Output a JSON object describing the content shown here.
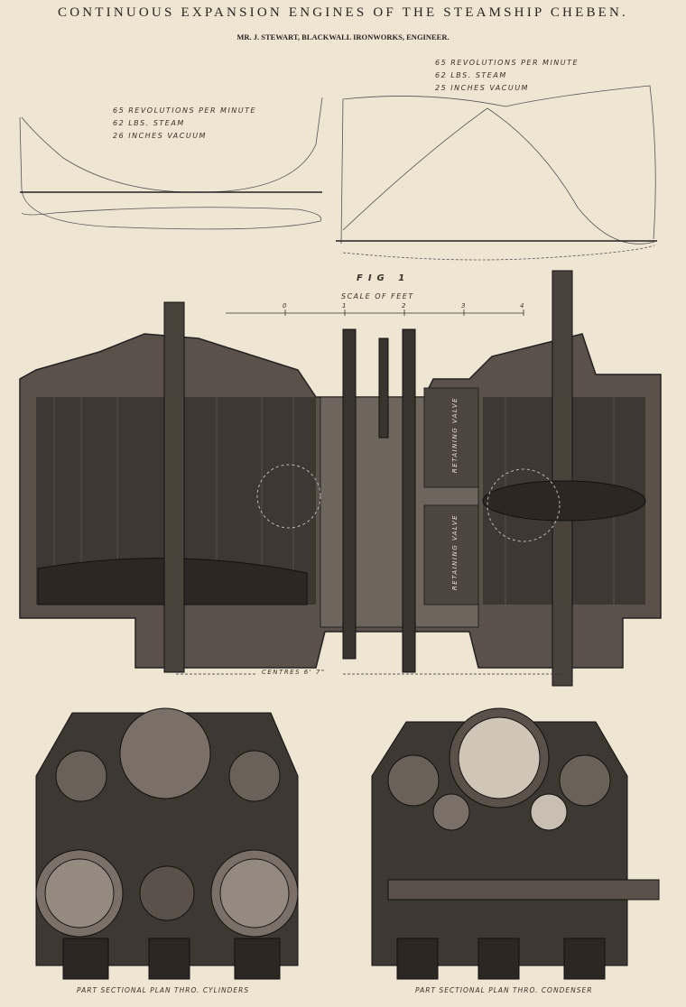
{
  "title": "CONTINUOUS EXPANSION ENGINES OF THE STEAMSHIP CHEBEN.",
  "subtitle": "MR. J. STEWART, BLACKWALL IRONWORKS, ENGINEER.",
  "indicator_left": {
    "line1": "65 REVOLUTIONS PER MINUTE",
    "line2": "62 LBS. STEAM",
    "line3": "26 INCHES VACUUM"
  },
  "indicator_right": {
    "line1": "65 REVOLUTIONS PER MINUTE",
    "line2": "62 LBS. STEAM",
    "line3": "25 INCHES VACUUM"
  },
  "figure": {
    "label": "FIG 1",
    "scale_title": "SCALE OF FEET",
    "scale_ticks": [
      "0",
      "1",
      "2",
      "3",
      "4"
    ]
  },
  "valve_labels": [
    "RETAINING VALVE",
    "RETAINING VALVE"
  ],
  "centres_label": "CENTRES 6' 7\"",
  "captions": {
    "left": "PART SECTIONAL PLAN THRO. CYLINDERS",
    "right": "PART SECTIONAL PLAN THRO. CONDENSER"
  }
}
